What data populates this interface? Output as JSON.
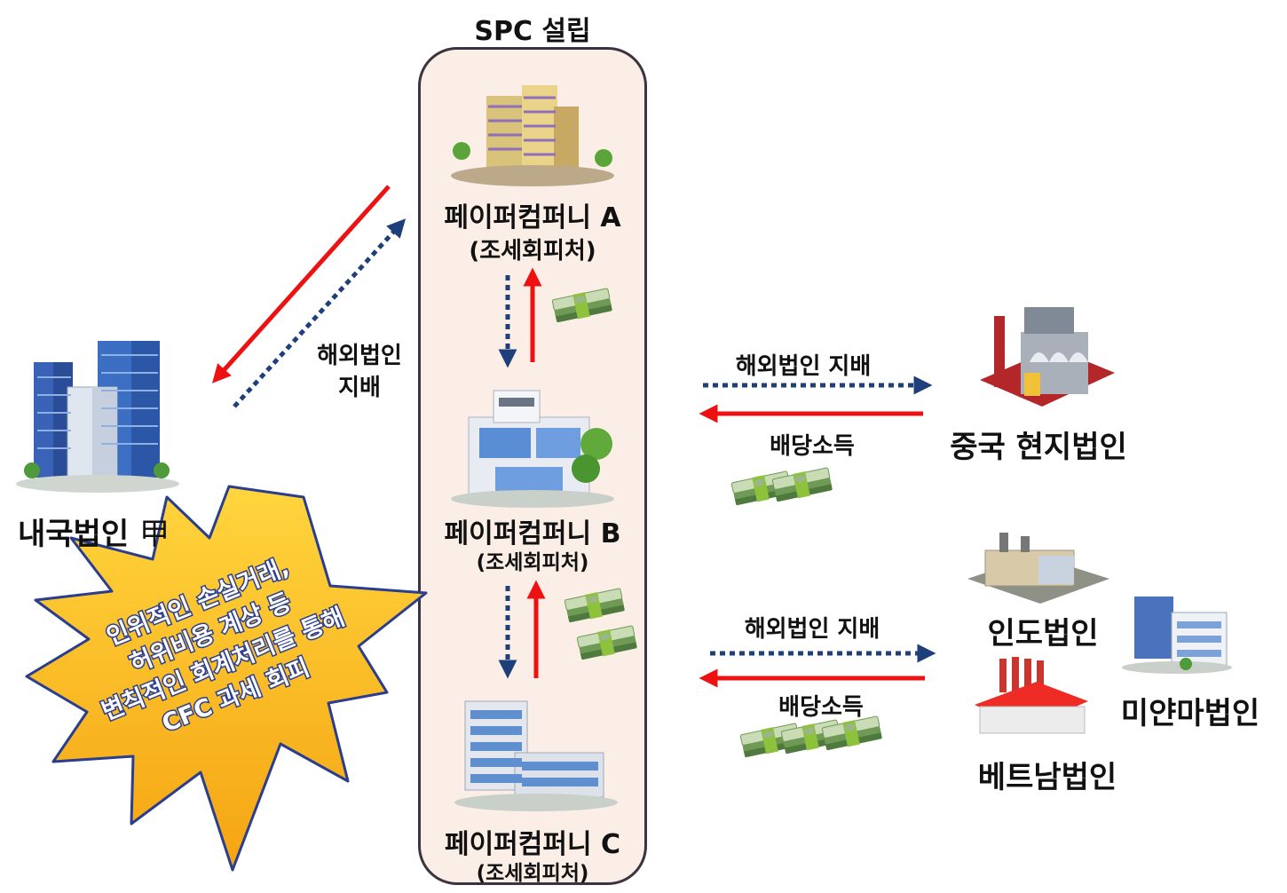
{
  "title": "SPC 설립",
  "domestic": {
    "name": "내국법인",
    "suffix": "甲"
  },
  "paper_companies": [
    {
      "name": "페이퍼컴퍼니 A",
      "role": "(조세회피처)"
    },
    {
      "name": "페이퍼컴퍼니 B",
      "role": "(조세회피처)"
    },
    {
      "name": "페이퍼컴퍼니 C",
      "role": "(조세회피처)"
    }
  ],
  "left_flow": {
    "control_label_line1": "해외법인",
    "control_label_line2": "지배"
  },
  "china_flow": {
    "control_label": "해외법인 지배",
    "dividend_label": "배당소득",
    "entity": "중국 현지법인"
  },
  "sea_flow": {
    "control_label": "해외법인 지배",
    "dividend_label": "배당소득"
  },
  "subsidiaries": {
    "india": "인도법인",
    "myanmar": "미얀마법인",
    "vietnam": "베트남법인"
  },
  "burst": {
    "lines": [
      "인위적인 손실거래,",
      "허위비용 계상 등",
      "변칙적인 회계처리를 통해",
      "CFC 과세 회피"
    ]
  },
  "colors": {
    "dividend_arrow": "#ee1111",
    "control_arrow": "#1e3f7a",
    "burst_fill": "#ffc01a",
    "burst_glow": "#e61b12",
    "spc_fill": "#fbeee6",
    "money": "#6f9a55"
  }
}
